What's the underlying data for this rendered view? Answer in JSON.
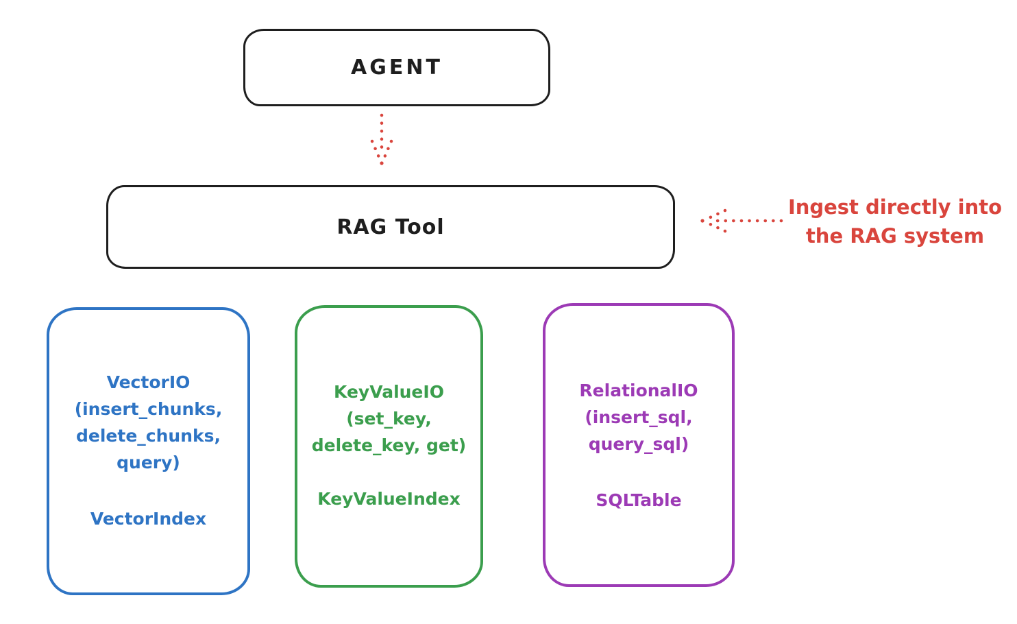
{
  "colors": {
    "background": "#ffffff",
    "ink": "#1e1e1e",
    "red": "#d9453d",
    "blue": "#2e74c4",
    "green": "#3b9e4d",
    "purple": "#9c3ab5"
  },
  "agent_box": {
    "label": "AGENT"
  },
  "rag_tool_box": {
    "label": "RAG Tool"
  },
  "annotation": {
    "line1": "Ingest directly into",
    "line2": "the RAG system"
  },
  "arrows": {
    "agent_to_rag_tool": "dotted red arrow pointing down from AGENT to RAG Tool",
    "ingest_to_rag_tool": "dotted red arrow pointing left from annotation to RAG Tool"
  },
  "modules": {
    "vector": {
      "title": "VectorIO",
      "params_line1": "(insert_chunks,",
      "params_line2": "delete_chunks,",
      "params_line3": "query)",
      "index_label": "VectorIndex",
      "color": "#2e74c4"
    },
    "keyvalue": {
      "title": "KeyValueIO",
      "params_line1": "(set_key,",
      "params_line2": "delete_key, get)",
      "index_label": "KeyValueIndex",
      "color": "#3b9e4d"
    },
    "relational": {
      "title": "RelationalIO",
      "params_line1": "(insert_sql,",
      "params_line2": "query_sql)",
      "index_label": "SQLTable",
      "color": "#9c3ab5"
    }
  }
}
